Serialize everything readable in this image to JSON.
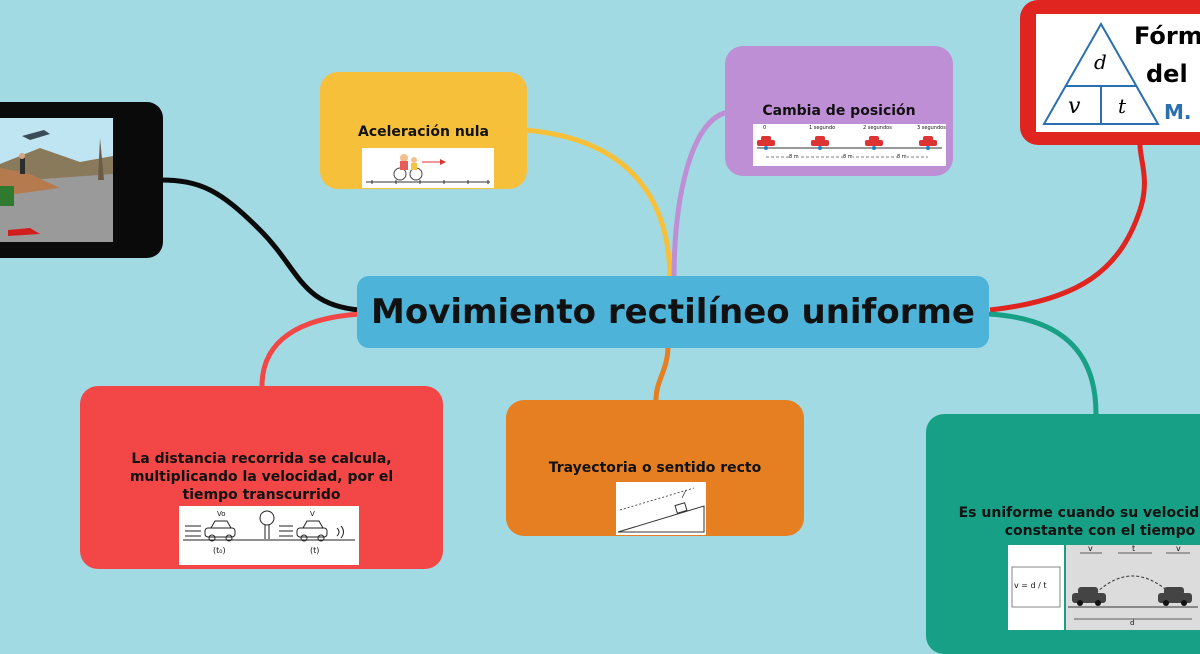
{
  "central": {
    "title": "Movimiento rectilíneo uniforme"
  },
  "nodes": {
    "aceleracion": {
      "label": "Aceleración nula"
    },
    "posicion": {
      "label": "Cambia de posición",
      "times": [
        "0",
        "1 segundo",
        "2 segundos",
        "3 segundos"
      ],
      "distances": [
        "8 m",
        "8 m",
        "8 m"
      ]
    },
    "distancia": {
      "label": "La distancia recorrida se calcula, multiplicando la velocidad, por el tiempo transcurrido",
      "fig_v0": "Vo",
      "fig_v": "V",
      "fig_t0": "(t₀)",
      "fig_t": "(t)"
    },
    "trayectoria": {
      "label": "Trayectoria o sentido recto"
    },
    "uniforme": {
      "label": "Es uniforme cuando su velocidad es constante con el tiempo",
      "formula": "v = d / t",
      "fig_v": "v",
      "fig_t": "t",
      "fig_d": "d"
    },
    "formula_card": {
      "title_line1": "Fórmu",
      "title_line2": "del",
      "abbr": "M. R",
      "d": "d",
      "v": "v",
      "t": "t"
    }
  },
  "colors": {
    "background": "#a2dae3",
    "central": "#4eb3d8",
    "yellow": "#f7c03b",
    "purple": "#bf8fd6",
    "red": "#f34646",
    "orange": "#e67e22",
    "green": "#17a085",
    "black": "#0a0a0a",
    "formula_red": "#e0241f"
  }
}
